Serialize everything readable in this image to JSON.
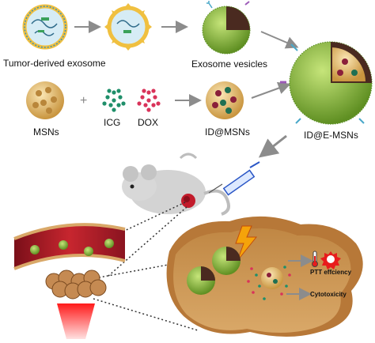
{
  "labels": {
    "tumor_exosome": "Tumor-derived exosome",
    "exosome_vesicles": "Exosome vesicles",
    "msns": "MSNs",
    "icg": "ICG",
    "dox": "DOX",
    "id_msns": "ID@MSNs",
    "id_e_msns": "ID@E-MSNs",
    "ptt": "PTT effciency",
    "cytotoxicity": "Cytotoxicity",
    "plus": "+"
  },
  "colors": {
    "icg": "#1f8f6a",
    "dox": "#d9335a",
    "membrane_green": "#86b83a",
    "msn_core": "#e8c27a",
    "blood_vessel": "#b51f2a",
    "tumor_tissue": "#c98d4b",
    "arrow_gray": "#8c8c8c",
    "heat_red": "#e81c1c"
  }
}
